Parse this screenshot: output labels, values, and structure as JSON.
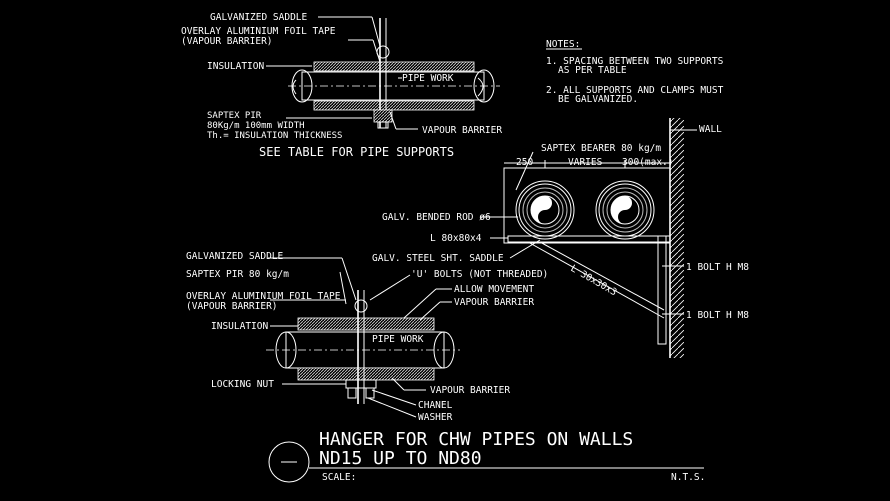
{
  "top_detail": {
    "galvanized_saddle": "GALVANIZED SADDLE",
    "overlay_foil_1": "OVERLAY ALUMINIUM FOIL TAPE",
    "overlay_foil_2": "(VAPOUR BARRIER)",
    "insulation": "INSULATION",
    "pipe_work": "PIPE WORK",
    "saptex_1": "SAPTEX PIR",
    "saptex_2": "80Kg/m  100mm WIDTH",
    "saptex_3": "Th.= INSULATION THICKNESS",
    "vapour_barrier": "VAPOUR BARRIER",
    "see_table": "SEE TABLE FOR PIPE SUPPORTS"
  },
  "notes": {
    "heading": "NOTES:",
    "note1_line1": "1. SPACING BETWEEN TWO SUPPORTS",
    "note1_line2": "AS PER TABLE",
    "note2_line1": "2. ALL SUPPORTS AND CLAMPS MUST",
    "note2_line2": "BE GALVANIZED."
  },
  "wall_detail": {
    "saptex_bearer": "SAPTEX BEARER 80 kg/m",
    "wall": "WALL",
    "dim_250": "250",
    "dim_varies": "VARIES",
    "dim_300": "300(max.)",
    "galv_rod": "GALV. BENDED ROD ø6",
    "angle_l80": "L 80x80x4",
    "steel_saddle": "GALV. STEEL SHT. SADDLE",
    "angle_l30": "L 30x30x3",
    "bolt_upper": "1 BOLT H M8",
    "bolt_lower": "1 BOLT H M8"
  },
  "bottom_detail": {
    "galvanized_saddle": "GALVANIZED SADDLE",
    "saptex_pir": "SAPTEX PIR 80 kg/m",
    "u_bolts": "'U' BOLTS (NOT THREADED)",
    "allow_movement": "ALLOW MOVEMENT",
    "overlay_foil_1": "OVERLAY ALUMINIUM FOIL TAPE",
    "overlay_foil_2": "(VAPOUR BARRIER)",
    "vapour_barrier_top": "VAPOUR BARRIER",
    "insulation": "INSULATION",
    "pipe_work": "PIPE WORK",
    "locking_nut": "LOCKING NUT",
    "vapour_barrier_bottom": "VAPOUR BARRIER",
    "chanel": "CHANEL",
    "washer": "WASHER"
  },
  "title_block": {
    "title_line1": "HANGER FOR CHW PIPES ON WALLS",
    "title_line2": "ND15 UP TO ND80",
    "scale_label": "SCALE:",
    "scale_value": "N.T.S."
  },
  "colors": {
    "background": "#000000",
    "linework": "#ffffff"
  }
}
